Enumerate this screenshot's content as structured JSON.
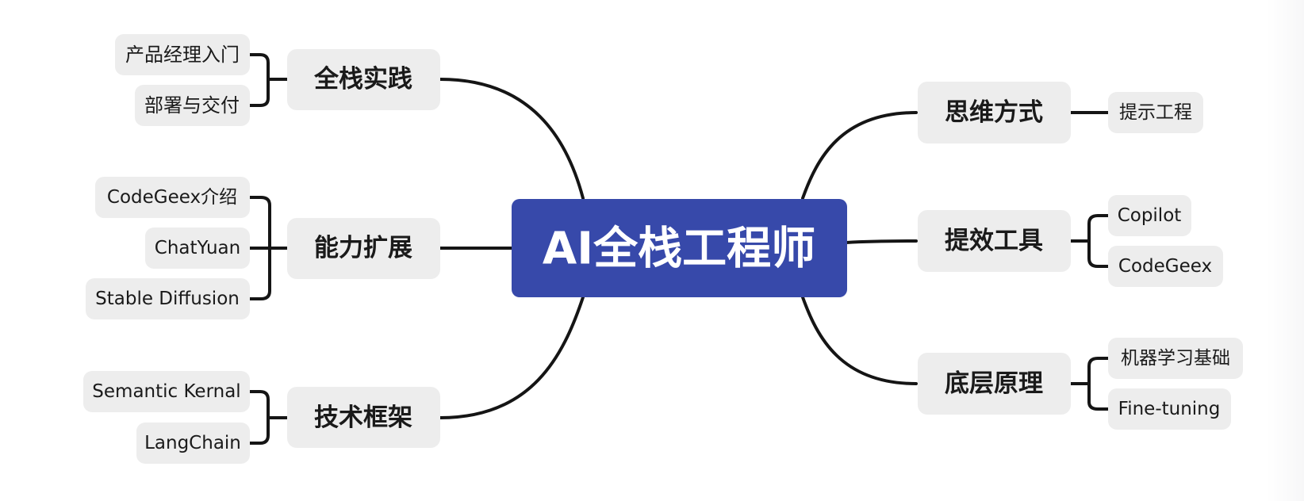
{
  "root": {
    "label": "AI全栈工程师"
  },
  "colors": {
    "root_bg": "#3749aa",
    "node_bg": "#ededed",
    "line": "#151515"
  },
  "branches": [
    {
      "label": "全栈实践",
      "children": [
        "产品经理入门",
        "部署与交付"
      ]
    },
    {
      "label": "能力扩展",
      "children": [
        "CodeGeex介绍",
        "ChatYuan",
        "Stable Diffusion"
      ]
    },
    {
      "label": "技术框架",
      "children": [
        "Semantic Kernal",
        "LangChain"
      ]
    },
    {
      "label": "思维方式",
      "children": [
        "提示工程"
      ]
    },
    {
      "label": "提效工具",
      "children": [
        "Copilot",
        "CodeGeex"
      ]
    },
    {
      "label": "底层原理",
      "children": [
        "机器学习基础",
        "Fine-tuning"
      ]
    }
  ]
}
